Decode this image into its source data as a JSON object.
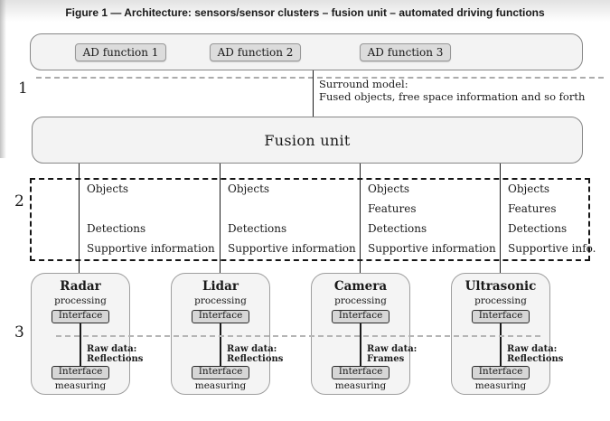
{
  "caption": "Figure 1 — Architecture: sensors/sensor clusters – fusion unit – automated driving functions",
  "level_labels": [
    "1",
    "2",
    "3"
  ],
  "ad_functions": [
    "AD function 1",
    "AD function 2",
    "AD function 3"
  ],
  "surround": {
    "line1": "Surround model:",
    "line2": "Fused objects, free space information and so forth"
  },
  "fusion_label": "Fusion unit",
  "interface_columns": [
    {
      "row1": "Objects",
      "row2": "",
      "row3": "Detections",
      "row4": "Supportive information"
    },
    {
      "row1": "Objects",
      "row2": "",
      "row3": "Detections",
      "row4": "Supportive information"
    },
    {
      "row1": "Objects",
      "row2": "Features",
      "row3": "Detections",
      "row4": "Supportive information"
    },
    {
      "row1": "Objects",
      "row2": "Features",
      "row3": "Detections",
      "row4": "Supportive info."
    }
  ],
  "sensors": [
    {
      "name": "Radar",
      "processing": "processing",
      "interface_top": "Interface",
      "raw_data_label": "Raw data:",
      "raw_data_value": "Reflections",
      "interface_bottom": "Interface",
      "measuring": "measuring"
    },
    {
      "name": "Lidar",
      "processing": "processing",
      "interface_top": "Interface",
      "raw_data_label": "Raw data:",
      "raw_data_value": "Reflections",
      "interface_bottom": "Interface",
      "measuring": "measuring"
    },
    {
      "name": "Camera",
      "processing": "processing",
      "interface_top": "Interface",
      "raw_data_label": "Raw data:",
      "raw_data_value": "Frames",
      "interface_bottom": "Interface",
      "measuring": "measuring"
    },
    {
      "name": "Ultrasonic",
      "processing": "processing",
      "interface_top": "Interface",
      "raw_data_label": "Raw data:",
      "raw_data_value": "Reflections",
      "interface_bottom": "Interface",
      "measuring": "measuring"
    }
  ],
  "colors": {
    "box_fill": "#f3f3f3",
    "box_border": "#878787",
    "ad_button_fill": "#dcdcdc",
    "interface_fill": "#d6d6d6",
    "interface_border": "#2a2a2a",
    "dash_gray": "#acacac",
    "dash_black": "#161616",
    "text": "#1a1a1a"
  }
}
